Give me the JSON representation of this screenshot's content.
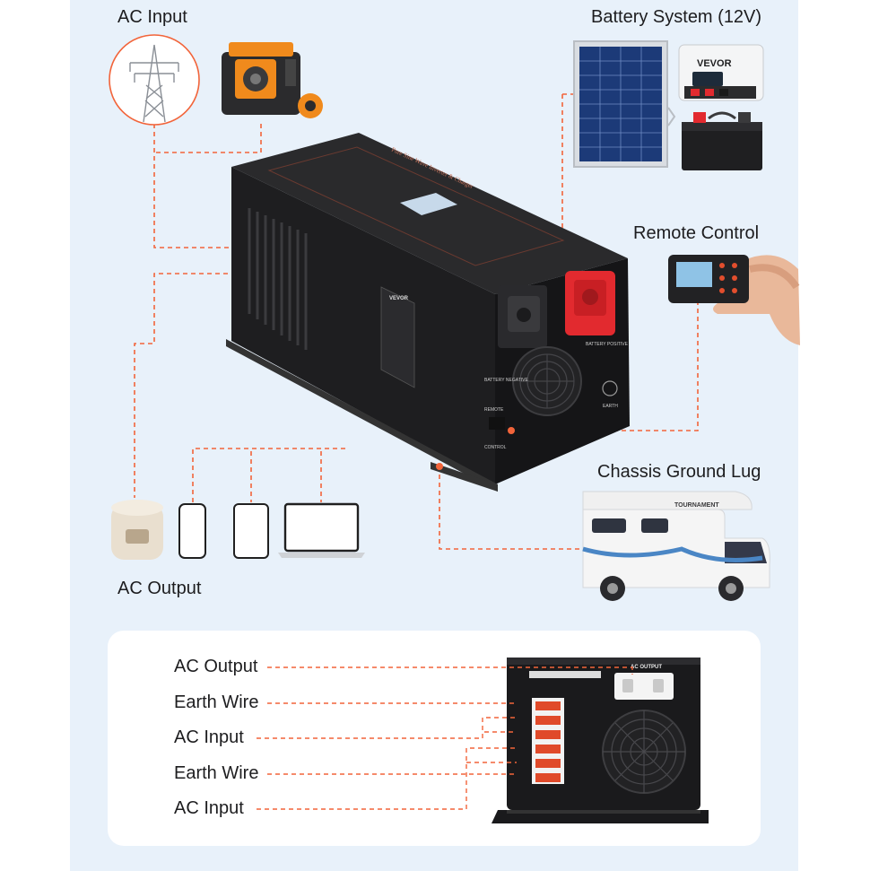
{
  "labels": {
    "ac_input": "AC Input",
    "battery_system": "Battery System (12V)",
    "remote_control": "Remote Control",
    "chassis_ground": "Chassis Ground Lug",
    "ac_output": "AC Output"
  },
  "inverter_text": {
    "brand": "VEVOR",
    "lid_title": "Pure Sine Wave Inverter & Charger",
    "battery_negative": "BATTERY NEGATIVE",
    "battery_positive": "BATTERY POSITIVE",
    "remote": "REMOTE",
    "control": "CONTROL",
    "earth": "EARTH"
  },
  "controller_brand": "VEVOR",
  "rv_brand": "TOURNAMENT",
  "bottom_labels": [
    "AC Output",
    "Earth Wire",
    "AC Input",
    "Earth Wire",
    "AC Input"
  ],
  "back_panel_text": {
    "ac_output": "AC OUTPUT"
  },
  "colors": {
    "accent": "#f2643a",
    "background": "#e8f1fa",
    "inverter": "#1e1e20",
    "positive": "#e22a2f"
  }
}
